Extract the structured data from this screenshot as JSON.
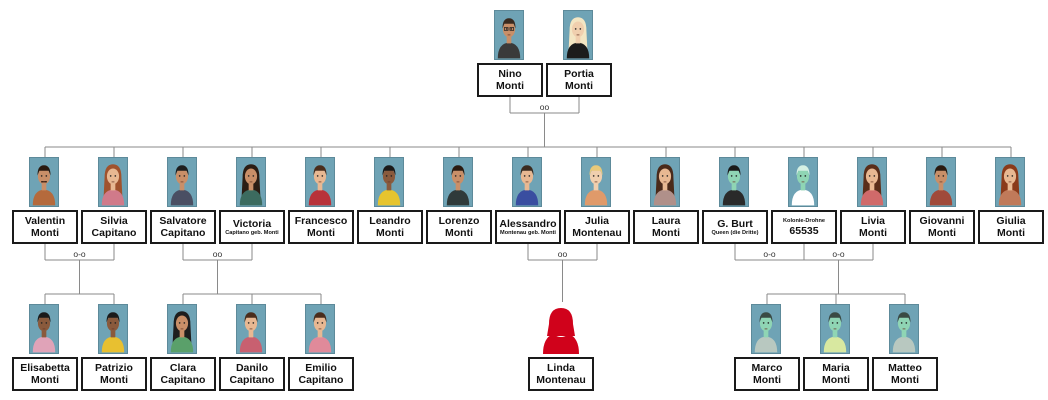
{
  "marriage_symbol": "oo",
  "partnership_symbol": "o-o",
  "colors": {
    "portrait_bg": "#6fa3b5",
    "box_border": "#1a1a1a",
    "line": "#8a8a8a",
    "silhouette": "#d0021b"
  },
  "people": [
    {
      "id": "nino",
      "lines": [
        "Nino",
        "Monti"
      ],
      "portrait": "bald-man-with-glasses"
    },
    {
      "id": "portia",
      "lines": [
        "Portia",
        "Monti"
      ],
      "portrait": "woman-light-hair"
    },
    {
      "id": "valentin",
      "lines": [
        "Valentin",
        "Monti"
      ],
      "portrait": "man-mustache"
    },
    {
      "id": "silvia",
      "lines": [
        "Silvia",
        "Capitano"
      ],
      "portrait": "woman-red-hair"
    },
    {
      "id": "salvatore",
      "lines": [
        "Salvatore",
        "Capitano"
      ],
      "portrait": "man-dark-hair"
    },
    {
      "id": "victoria",
      "lines": [
        "Victoria",
        "Capitano geb. Monti"
      ],
      "small_index": 1,
      "portrait": "woman-long-curly-hair"
    },
    {
      "id": "francesco",
      "lines": [
        "Francesco",
        "Monti"
      ],
      "portrait": "man-red-shirt"
    },
    {
      "id": "leandro",
      "lines": [
        "Leandro",
        "Monti"
      ],
      "portrait": "man-yellow-shirt"
    },
    {
      "id": "lorenzo",
      "lines": [
        "Lorenzo",
        "Monti"
      ],
      "portrait": "man-dark-shirt"
    },
    {
      "id": "alessandro",
      "lines": [
        "Alessandro",
        "Montenau geb. Monti"
      ],
      "small_index": 1,
      "portrait": "man-blue-shirt"
    },
    {
      "id": "julia",
      "lines": [
        "Julia",
        "Montenau"
      ],
      "portrait": "woman-blonde"
    },
    {
      "id": "laura",
      "lines": [
        "Laura",
        "Monti"
      ],
      "portrait": "woman-long-hair"
    },
    {
      "id": "gburt",
      "lines": [
        "G. Burt",
        "Queen (die Dritte)"
      ],
      "small_index": 1,
      "portrait": "green-alien"
    },
    {
      "id": "kolonie",
      "lines": [
        "Kolonie-Drohne",
        "65535"
      ],
      "small_index": 0,
      "portrait": "green-alien-woman"
    },
    {
      "id": "livia",
      "lines": [
        "Livia",
        "Monti"
      ],
      "portrait": "woman-bob-hair"
    },
    {
      "id": "giovanni",
      "lines": [
        "Giovanni",
        "Monti"
      ],
      "portrait": "man-short-hair"
    },
    {
      "id": "giulia",
      "lines": [
        "Giulia",
        "Monti"
      ],
      "portrait": "woman-red-long-hair"
    },
    {
      "id": "elisabetta",
      "lines": [
        "Elisabetta",
        "Monti"
      ],
      "portrait": "child-girl"
    },
    {
      "id": "patrizio",
      "lines": [
        "Patrizio",
        "Monti"
      ],
      "portrait": "child-boy-yellow"
    },
    {
      "id": "clara",
      "lines": [
        "Clara",
        "Capitano"
      ],
      "portrait": "child-girl-braids"
    },
    {
      "id": "danilo",
      "lines": [
        "Danilo",
        "Capitano"
      ],
      "portrait": "child-boy"
    },
    {
      "id": "emilio",
      "lines": [
        "Emilio",
        "Capitano"
      ],
      "portrait": "child-boy-pink"
    },
    {
      "id": "linda",
      "lines": [
        "Linda",
        "Montenau"
      ],
      "portrait": "placeholder-silhouette-icon"
    },
    {
      "id": "marco",
      "lines": [
        "Marco",
        "Monti"
      ],
      "portrait": "green-alien-child"
    },
    {
      "id": "maria",
      "lines": [
        "Maria",
        "Monti"
      ],
      "portrait": "green-alien-child-girl"
    },
    {
      "id": "matteo",
      "lines": [
        "Matteo",
        "Monti"
      ],
      "portrait": "green-alien-child"
    }
  ],
  "unions": [
    {
      "partners": [
        "nino",
        "portia"
      ],
      "symbol_key": "marriage_symbol",
      "children": [
        "valentin",
        "silvia",
        "salvatore",
        "victoria",
        "francesco",
        "leandro",
        "lorenzo",
        "alessandro",
        "julia",
        "laura",
        "gburt",
        "kolonie",
        "livia",
        "giovanni",
        "giulia"
      ]
    },
    {
      "partners": [
        "valentin",
        "silvia"
      ],
      "symbol_key": "partnership_symbol",
      "children": [
        "elisabetta",
        "patrizio"
      ]
    },
    {
      "partners": [
        "salvatore",
        "victoria"
      ],
      "symbol_key": "marriage_symbol",
      "children": [
        "clara",
        "danilo",
        "emilio"
      ]
    },
    {
      "partners": [
        "alessandro",
        "julia"
      ],
      "symbol_key": "marriage_symbol",
      "children": [
        "linda"
      ]
    },
    {
      "partners": [
        "gburt",
        "kolonie"
      ],
      "symbol_key": "partnership_symbol",
      "children": []
    },
    {
      "partners": [
        "kolonie",
        "livia"
      ],
      "symbol_key": "partnership_symbol",
      "children": [
        "marco",
        "maria",
        "matteo"
      ]
    }
  ]
}
